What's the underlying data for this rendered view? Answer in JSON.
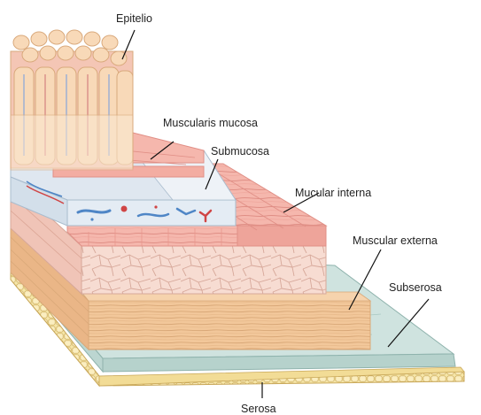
{
  "diagram": {
    "labels": {
      "epitelio": "Epitelio",
      "muscularis_mucosa": "Muscularis mucosa",
      "submucosa": "Submucosa",
      "muscular_interna": "Mucular interna",
      "muscular_externa": "Muscular externa",
      "subserosa": "Subserosa",
      "serosa": "Serosa"
    },
    "colors": {
      "background": "#ffffff",
      "serosa_fill": "#f6e6a8",
      "serosa_edge": "#c9a85a",
      "subserosa_fill": "#cfe3df",
      "subserosa_edge": "#8fb3ad",
      "longitudinal_muscle": "#f2c79a",
      "longitudinal_muscle_dark": "#d9a878",
      "circular_muscle": "#f7dcd2",
      "circular_muscle_edge": "#d7a89a",
      "inner_muscle": "#f5b7ad",
      "inner_muscle_dark": "#e08f86",
      "submucosa_fill": "#e4ecf4",
      "submucosa_edge": "#a9bccd",
      "vessel_blue": "#4f86c6",
      "vessel_red": "#d04545",
      "mucosa_fill": "#f4c6b5",
      "villi_fill": "#f8d9b8",
      "villi_edge": "#d9a97c",
      "gland_fill": "#fbe8d3"
    }
  }
}
